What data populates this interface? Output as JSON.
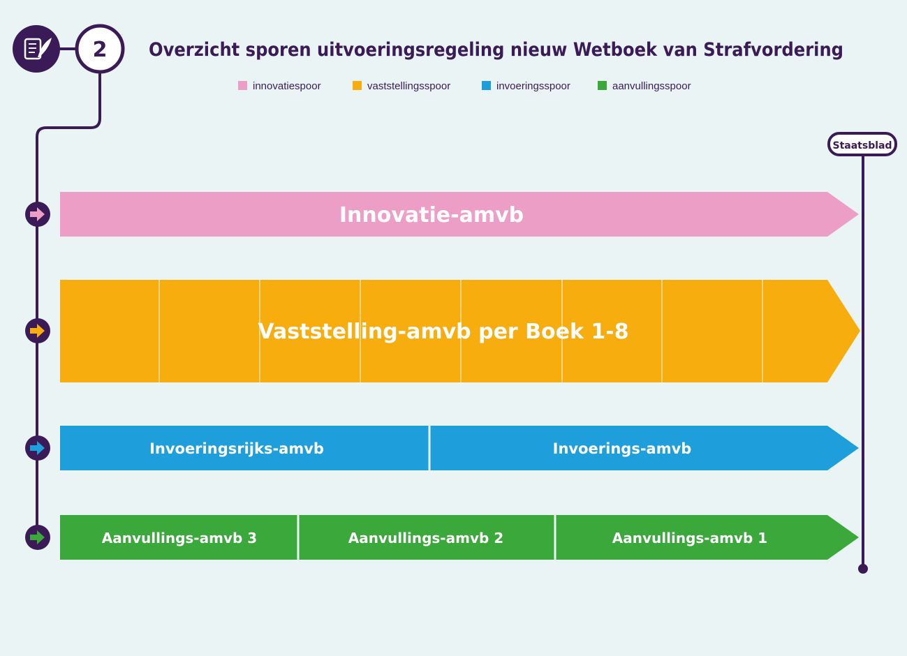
{
  "title": "Overzicht sporen uitvoeringsregeling nieuw Wetboek van Strafvordering",
  "step_number": "2",
  "legend": [
    {
      "label": "innovatiespoor",
      "color": "#ec9ec6"
    },
    {
      "label": "vaststellingsspoor",
      "color": "#f6ad0d"
    },
    {
      "label": "invoeringsspoor",
      "color": "#1e9fdc"
    },
    {
      "label": "aanvullingsspoor",
      "color": "#3aa83a"
    }
  ],
  "endpoint_label": "Staatsblad",
  "tracks": [
    {
      "segments": [
        "Innovatie-amvb"
      ]
    },
    {
      "label": "Vaststelling-amvb per Boek 1-8",
      "books": 8
    },
    {
      "segments": [
        "Invoeringsrijks-amvb",
        "Invoerings-amvb"
      ]
    },
    {
      "segments": [
        "Aanvullings-amvb 3",
        "Aanvullings-amvb 2",
        "Aanvullings-amvb 1"
      ]
    }
  ],
  "colors": {
    "purple": "#3a1a57",
    "background": "#eaf4f4"
  }
}
